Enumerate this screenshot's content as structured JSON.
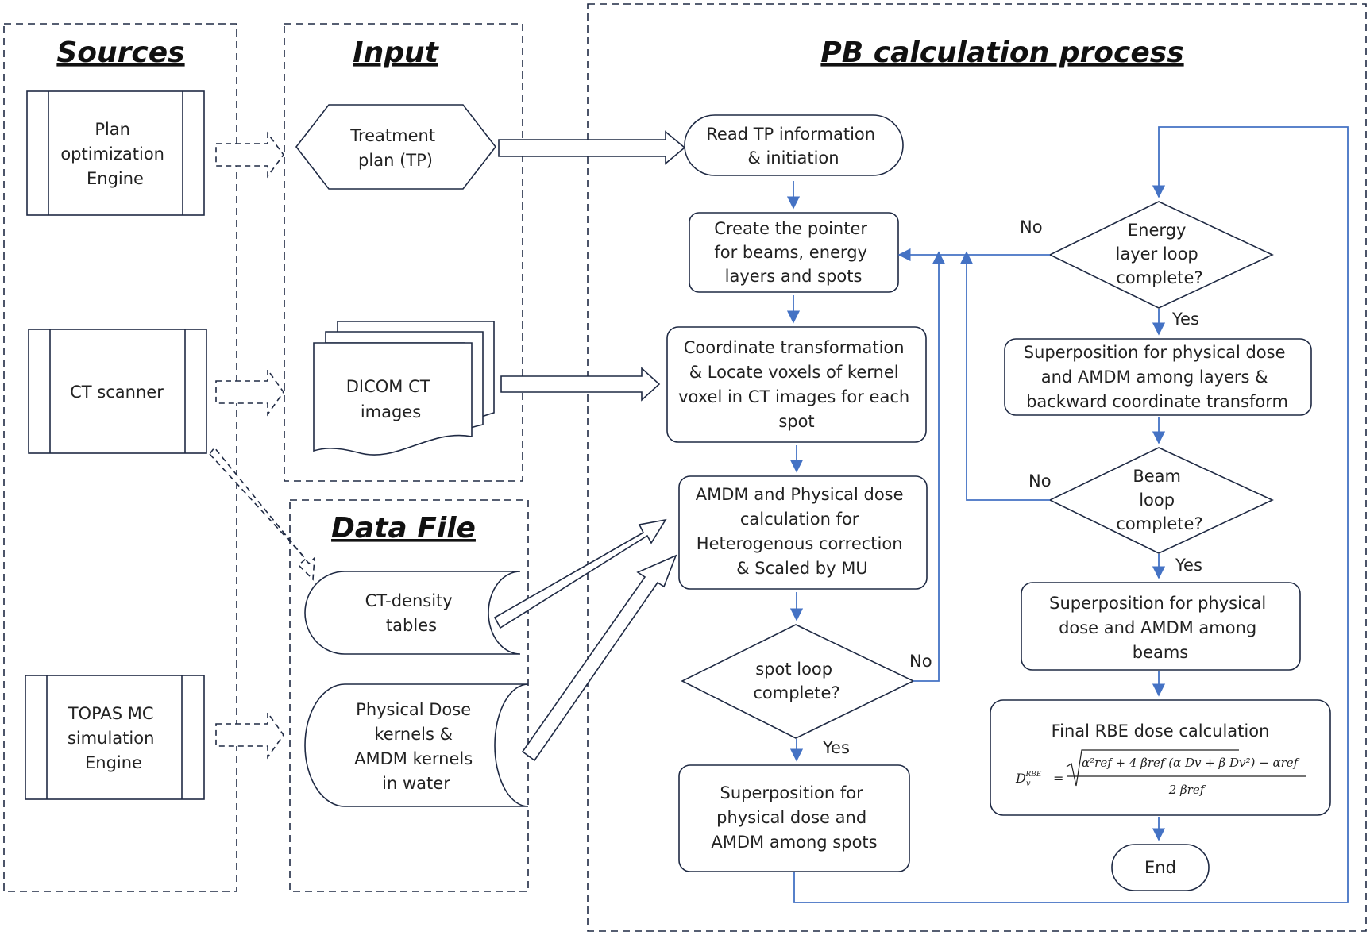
{
  "colors": {
    "box_stroke": "#1f2a44",
    "flow_arrow": "#4472c4",
    "background": "#ffffff"
  },
  "sections": {
    "sources": "Sources",
    "input": "Input",
    "data_file": "Data File",
    "process": "PB calculation process"
  },
  "sources": {
    "plan_engine": [
      "Plan",
      "optimization",
      "Engine"
    ],
    "ct_scanner": [
      "CT scanner"
    ],
    "topas": [
      "TOPAS MC",
      "simulation",
      "Engine"
    ]
  },
  "input": {
    "treatment_plan": [
      "Treatment",
      "plan (TP)"
    ],
    "dicom": [
      "DICOM CT",
      "images"
    ]
  },
  "data_file": {
    "ct_density": [
      "CT-density",
      "tables"
    ],
    "kernels": [
      "Physical Dose",
      "kernels  &",
      "AMDM kernels",
      "in water"
    ]
  },
  "process": {
    "read_tp": [
      "Read TP information",
      "& initiation"
    ],
    "create_pointer": [
      "Create the pointer",
      "for beams, energy",
      "layers and spots"
    ],
    "coord_transform": [
      "Coordinate transformation",
      "& Locate voxels of kernel",
      "voxel in CT images for each",
      "spot"
    ],
    "amdm_calc": [
      "AMDM and Physical dose",
      "calculation for",
      "Heterogenous correction",
      "& Scaled by MU"
    ],
    "spot_loop": [
      "spot loop",
      "complete?"
    ],
    "superpose_spots": [
      "Superposition  for",
      "physical dose and",
      "AMDM among spots"
    ],
    "energy_loop": [
      "Energy",
      "layer loop",
      "complete?"
    ],
    "superpose_layers": [
      "Superposition  for physical dose",
      "and AMDM among layers &",
      "backward coordinate transform"
    ],
    "beam_loop": [
      "Beam",
      "loop",
      "complete?"
    ],
    "superpose_beams": [
      "Superposition  for physical",
      "dose and AMDM among",
      "beams"
    ],
    "final_rbe": "Final RBE dose calculation",
    "end": "End"
  },
  "edge_labels": {
    "spot_no": "No",
    "spot_yes": "Yes",
    "energy_no": "No",
    "energy_yes": "Yes",
    "beam_no": "No",
    "beam_yes": "Yes"
  },
  "formula": {
    "lhs": "D",
    "lhs_sub": "v",
    "lhs_sup": "RBE",
    "numerator": "α²ref + 4 βref (α Dv + β Dv²) − αref",
    "denominator": "2 βref"
  }
}
